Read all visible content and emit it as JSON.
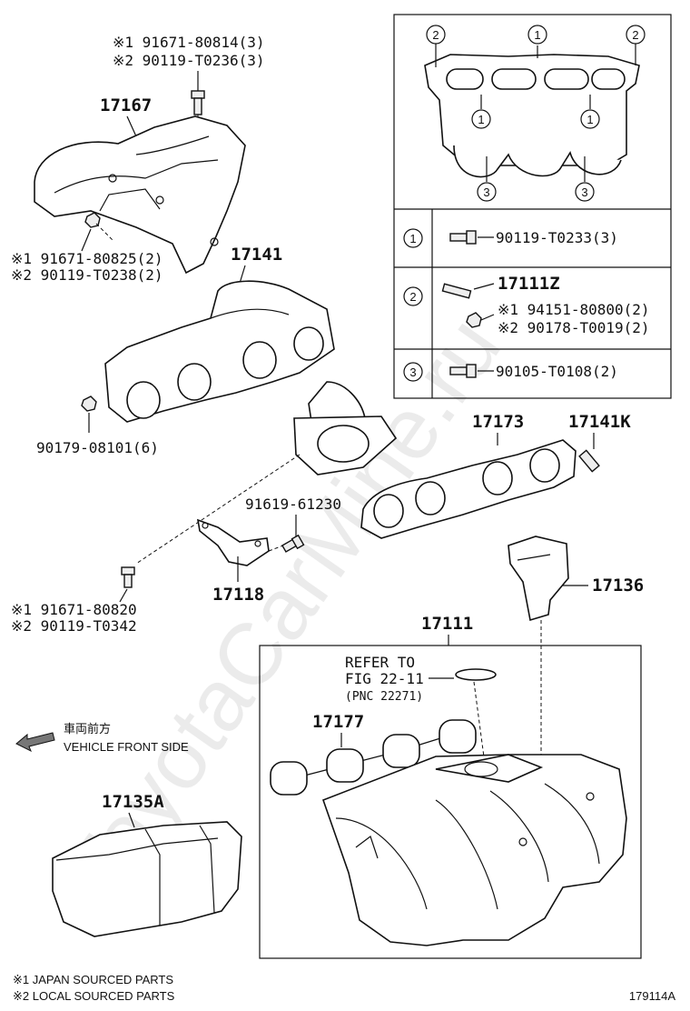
{
  "watermark": "ToyotaCarMine.ru",
  "footnotes": {
    "japan": "※1 JAPAN SOURCED PARTS",
    "local": "※2 LOCAL SOURCED PARTS"
  },
  "figure_id": "179114A",
  "direction": {
    "jp": "車両前方",
    "en": "VEHICLE FRONT SIDE"
  },
  "labels": {
    "p17167": "17167",
    "p17141": "17141",
    "p17173": "17173",
    "p17141k": "17141K",
    "p17136": "17136",
    "p17111": "17111",
    "p17177": "17177",
    "p17135a": "17135A",
    "p17118": "17118",
    "p91619": "91619-61230",
    "p90179": "90179-08101(6)",
    "bolt_top_1": "※1 91671-80814(3)",
    "bolt_top_2": "※2 90119-T0236(3)",
    "bolt_mid_1": "※1 91671-80825(2)",
    "bolt_mid_2": "※2 90119-T0238(2)",
    "bolt_low_1": "※1 91671-80820",
    "bolt_low_2": "※2 90119-T0342",
    "refer_1": "REFER TO",
    "refer_2": "FIG 22-11",
    "refer_3": "(PNC 22271)"
  },
  "inset": {
    "callouts": [
      "1",
      "2",
      "3"
    ],
    "rows": [
      {
        "num": "1",
        "part": "90119-T0233(3)"
      },
      {
        "num": "2",
        "part": "17111Z",
        "sub1": "※1 94151-80800(2)",
        "sub2": "※2 90178-T0019(2)"
      },
      {
        "num": "3",
        "part": "90105-T0108(2)"
      }
    ]
  }
}
